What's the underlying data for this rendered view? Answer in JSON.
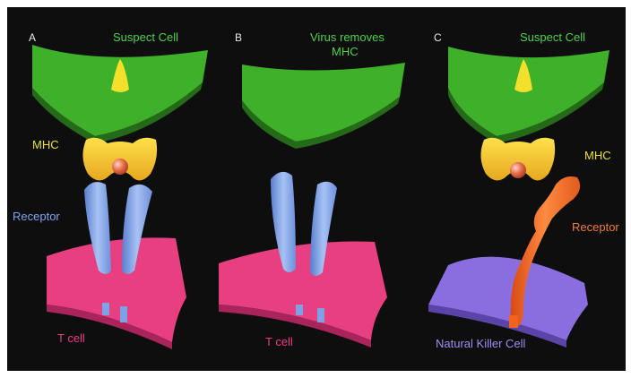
{
  "panels": [
    {
      "letter": "A",
      "top_label": "Suspect Cell",
      "mhc_label": "MHC",
      "receptor_label": "Receptor",
      "bottom_label": "T cell"
    },
    {
      "letter": "B",
      "top_label_line1": "Virus removes",
      "top_label_line2": "MHC",
      "bottom_label": "T cell"
    },
    {
      "letter": "C",
      "top_label": "Suspect Cell",
      "mhc_label": "MHC",
      "receptor_label": "Receptor",
      "bottom_label": "Natural Killer Cell"
    }
  ],
  "colors": {
    "background": "#0e0e0e",
    "suspect_cell": "#3fb02a",
    "mhc": "#f2c81e",
    "t_cell_receptor": "#7ea2e6",
    "t_cell": "#e83f80",
    "nk_receptor": "#f0641e",
    "nk_cell": "#8a6ee0",
    "peptide": "#e86a4a",
    "label_suspect": "#4fd24a",
    "label_mhc": "#e8e040",
    "label_receptor_t": "#7fa4ee",
    "label_t_cell": "#ee3a8a",
    "label_receptor_nk": "#f07a3a",
    "label_nk_cell": "#a08cf0"
  }
}
